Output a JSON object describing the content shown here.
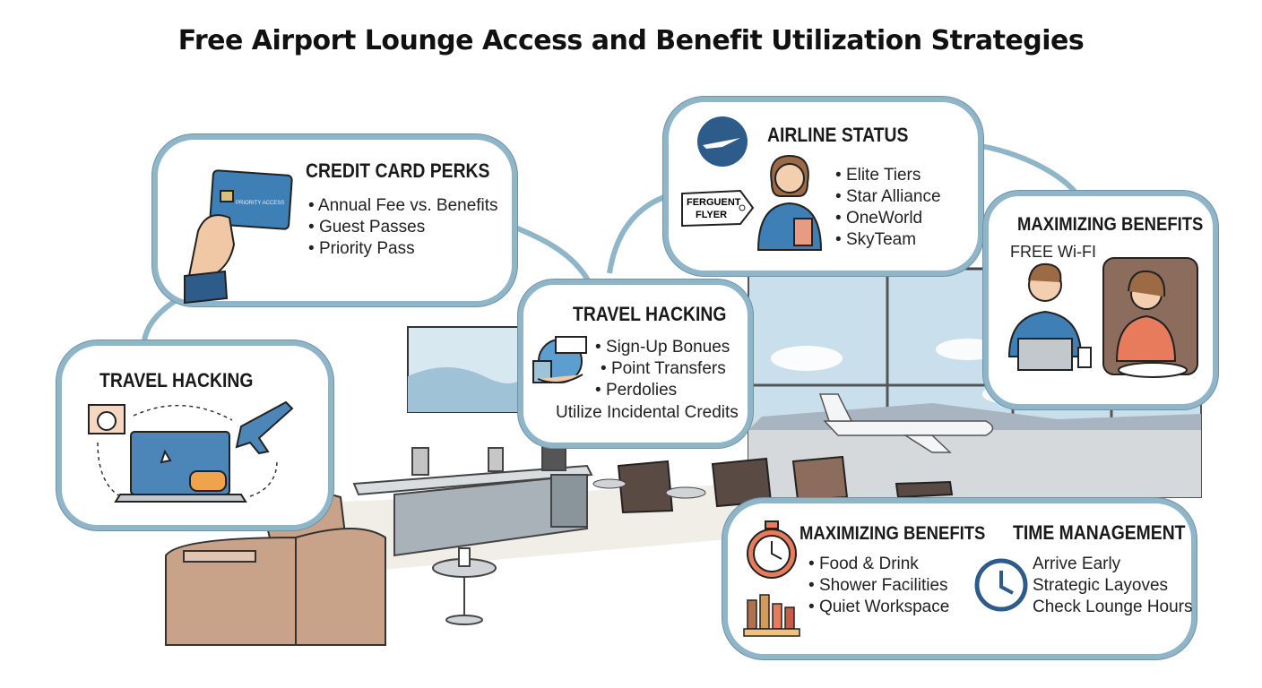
{
  "title": "Free Airport Lounge Access and Benefit Utilization Strategies",
  "credit_card": {
    "heading": "CREDIT CARD PERKS",
    "card_text": "PRIORITY ACCESS",
    "items": [
      "Annual Fee vs. Benefits",
      "Guest Passes",
      "Priority Pass"
    ]
  },
  "airline_status": {
    "heading": "AIRLINE STATUS",
    "tag_text_1": "FERGUENT",
    "tag_text_2": "FLYER",
    "items": [
      "Elite Tiers",
      "Star Alliance",
      "OneWorld",
      "SkyTeam"
    ]
  },
  "maximizing_top": {
    "heading": "MAXIMIZING BENEFITS",
    "wifi": "FREE Wi-FI"
  },
  "travel_hacking_center": {
    "heading": "TRAVEL HACKING",
    "items": [
      "Sign-Up Bonues",
      "Point Transfers",
      "Perdolies"
    ],
    "footer": "Utilize Incidental Credits"
  },
  "travel_hacking_left": {
    "heading": "TRAVEL HACKING"
  },
  "maximizing_bottom": {
    "heading": "MAXIMIZING BENEFITS",
    "items": [
      "Food & Drink",
      "Shower Facilities",
      "Quiet Workspace"
    ]
  },
  "time_management": {
    "heading": "TIME MANAGEMENT",
    "items": [
      "Arrive Early",
      "Strategic Layoves",
      "Check Lounge Hours"
    ]
  },
  "colors": {
    "bubble_border": "#8fb5c8",
    "sky": "#b9d6e6",
    "sofa": "#c9a28a",
    "navy": "#2d5c8a"
  }
}
